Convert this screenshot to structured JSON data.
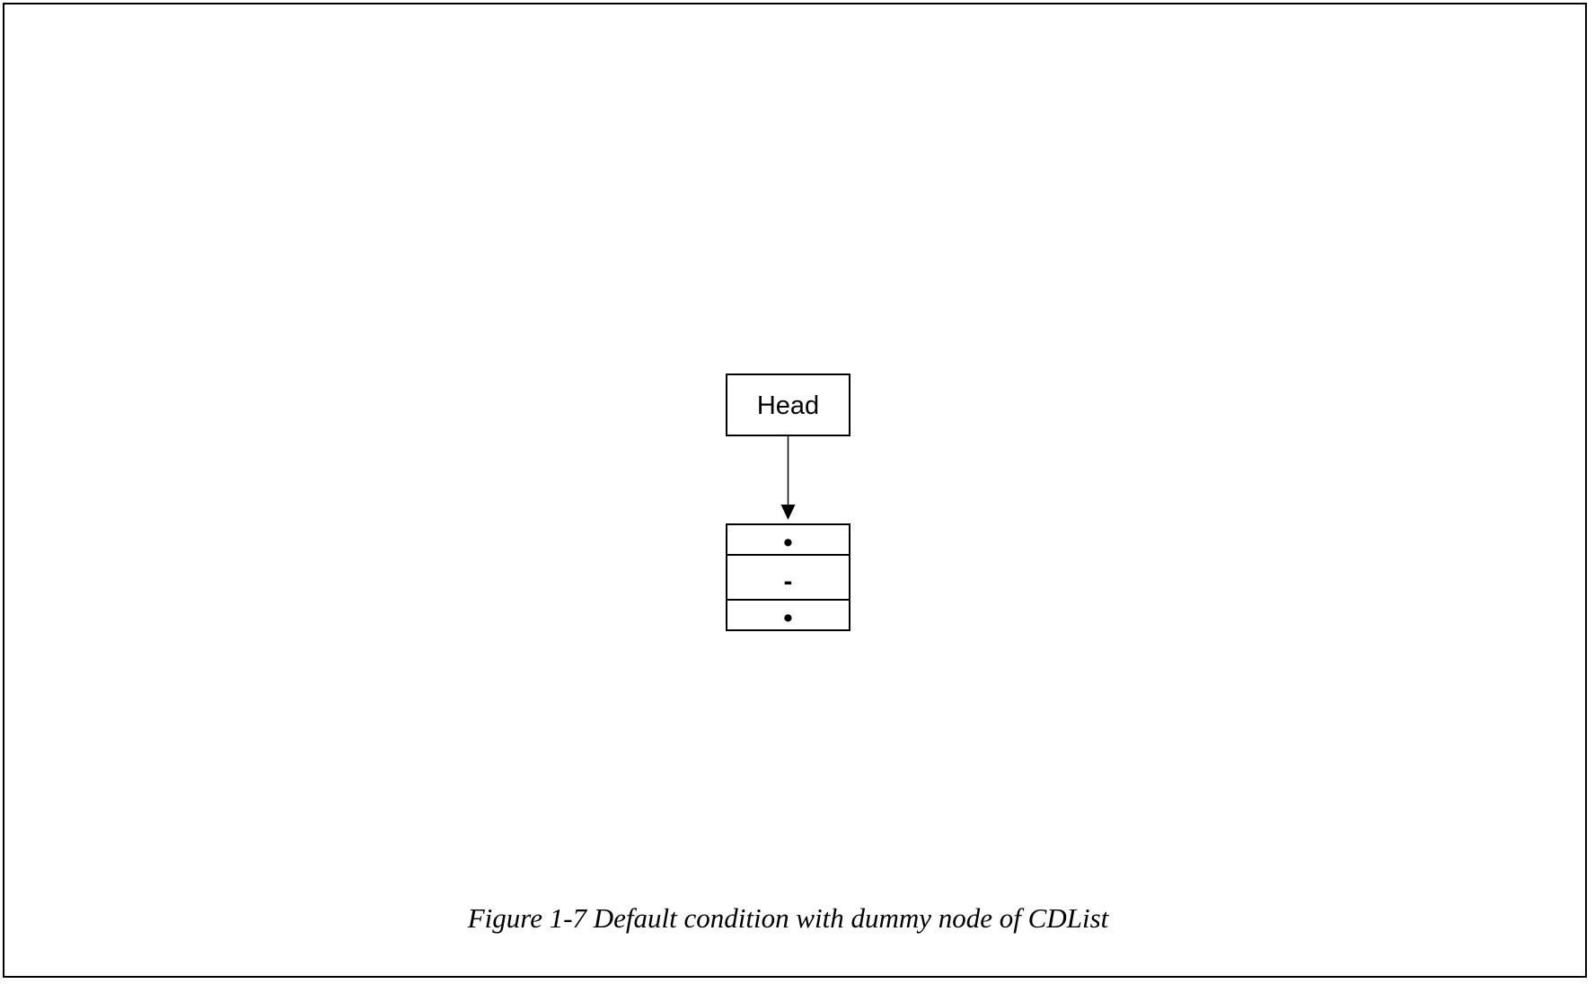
{
  "diagram": {
    "head_node": {
      "label": "Head"
    },
    "dummy_node": {
      "top_field": "•",
      "middle_field": "-",
      "bottom_field": "•"
    },
    "arrow": {
      "from": "Head",
      "to": "dummy-node"
    }
  },
  "caption": {
    "text": "Figure 1-7 Default condition with dummy node of CDList"
  }
}
